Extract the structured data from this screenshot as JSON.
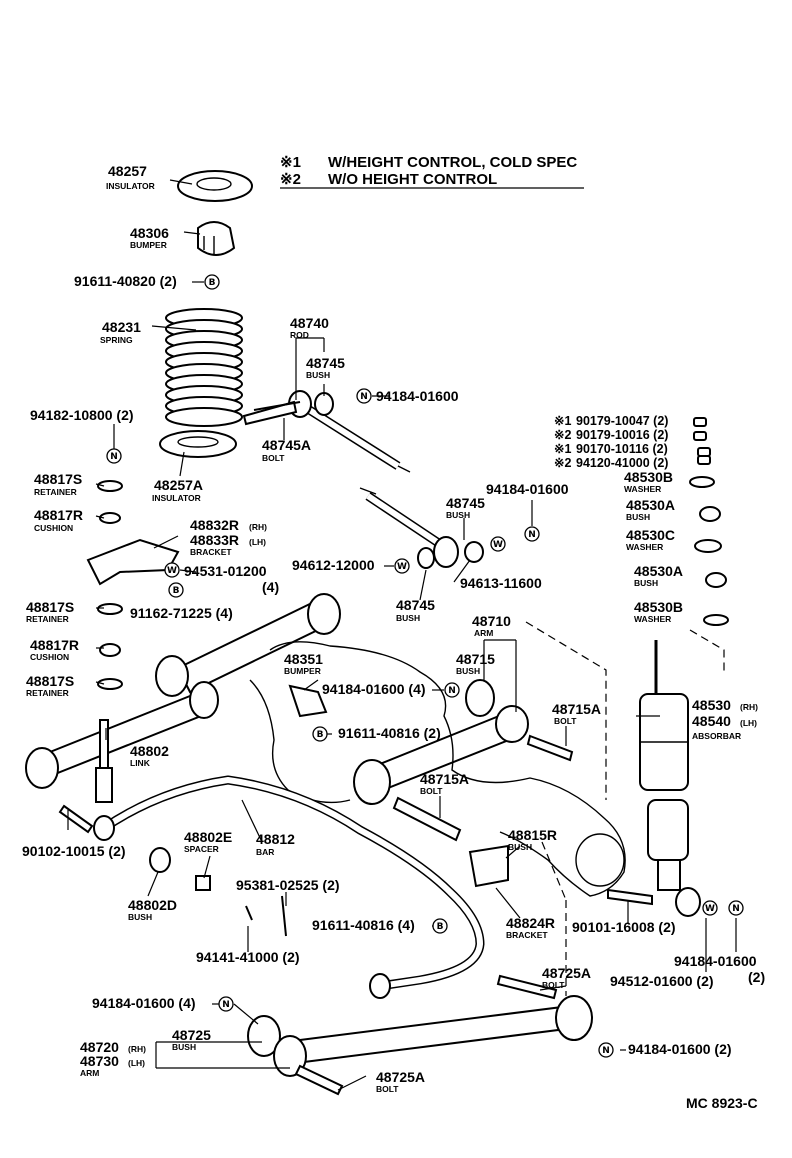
{
  "notes": {
    "n1_mark": "※1",
    "n1_text": "W/HEIGHT CONTROL, COLD SPEC",
    "n2_mark": "※2",
    "n2_text": "W/O HEIGHT CONTROL"
  },
  "parts": {
    "p48257": "48257",
    "d48257": "INSULATOR",
    "p48306": "48306",
    "d48306": "BUMPER",
    "p91611_40820": "91611-40820 (2)",
    "p48231": "48231",
    "d48231": "SPRING",
    "p94182": "94182-10800 (2)",
    "p48257A": "48257A",
    "d48257A": "INSULATOR",
    "p48740": "48740",
    "d48740": "ROD",
    "p48745a": "48745",
    "d48745a": "BUSH",
    "p94184_top": "94184-01600",
    "p48745A": "48745A",
    "d48745A": "BOLT",
    "p90179_10047": "90179-10047 (2)",
    "p90179_10016": "90179-10016 (2)",
    "p90170_10116": "90170-10116 (2)",
    "p94120_41000": "94120-41000 (2)",
    "p48530B_1": "48530B",
    "d48530B_1": "WASHER",
    "p48530A_1": "48530A",
    "d48530A_1": "BUSH",
    "p48530C": "48530C",
    "d48530C": "WASHER",
    "p48530A_2": "48530A",
    "d48530A_2": "BUSH",
    "p48530B_2": "48530B",
    "d48530B_2": "WASHER",
    "p48817S_1": "48817S",
    "d48817S_1": "RETAINER",
    "p48817R_1": "48817R",
    "d48817R_1": "CUSHION",
    "p48832R": "48832R",
    "p48832R_rh": "(RH)",
    "p48833R": "48833R",
    "p48833R_lh": "(LH)",
    "d4883xR": "BRACKET",
    "p94531": "94531-01200",
    "p94531_q": "(4)",
    "p91162": "91162-71225 (4)",
    "p48817S_2": "48817S",
    "d48817S_2": "RETAINER",
    "p48817R_2": "48817R",
    "d48817R_2": "CUSHION",
    "p48817S_3": "48817S",
    "d48817S_3": "RETAINER",
    "p94184_mid": "94184-01600",
    "p48745b": "48745",
    "d48745b": "BUSH",
    "p94612": "94612-12000",
    "p94613": "94613-11600",
    "p48745c": "48745",
    "d48745c": "BUSH",
    "p48710": "48710",
    "d48710": "ARM",
    "p48715": "48715",
    "d48715": "BUSH",
    "p48715A_1": "48715A",
    "d48715A_1": "BOLT",
    "p48351": "48351",
    "d48351": "BUMPER",
    "p94184_4a": "94184-01600 (4)",
    "p91611_40816_a": "91611-40816 (2)",
    "p48530": "48530",
    "p48530_rh": "(RH)",
    "p48540": "48540",
    "p48540_lh": "(LH)",
    "d48530": "ABSORBAR",
    "p48802": "48802",
    "d48802": "LINK",
    "p48715A_2": "48715A",
    "d48715A_2": "BOLT",
    "p90102": "90102-10015 (2)",
    "p48802E": "48802E",
    "d48802E": "SPACER",
    "p48812": "48812",
    "d48812": "BAR",
    "p48815R": "48815R",
    "d48815R": "BUSH",
    "p48802D": "48802D",
    "d48802D": "BUSH",
    "p95381": "95381-02525 (2)",
    "p91611_40816_b": "91611-40816 (4)",
    "p48824R": "48824R",
    "d48824R": "BRACKET",
    "p90101": "90101-16008 (2)",
    "p94141": "94141-41000 (2)",
    "p94184_r": "94184-01600",
    "p94184_r_q": "(2)",
    "p94512": "94512-01600 (2)",
    "p48725A_1": "48725A",
    "d48725A_1": "BOLT",
    "p94184_4b": "94184-01600 (4)",
    "p48725": "48725",
    "d48725": "BUSH",
    "p48720": "48720",
    "p48720_rh": "(RH)",
    "p48730": "48730",
    "p48730_lh": "(LH)",
    "d4872x": "ARM",
    "p94184_bot": "94184-01600 (2)",
    "p48725A_2": "48725A",
    "d48725A_2": "BOLT",
    "ref": "MC 8923-C"
  },
  "symbols": {
    "b": "B",
    "n": "N",
    "w": "W"
  }
}
